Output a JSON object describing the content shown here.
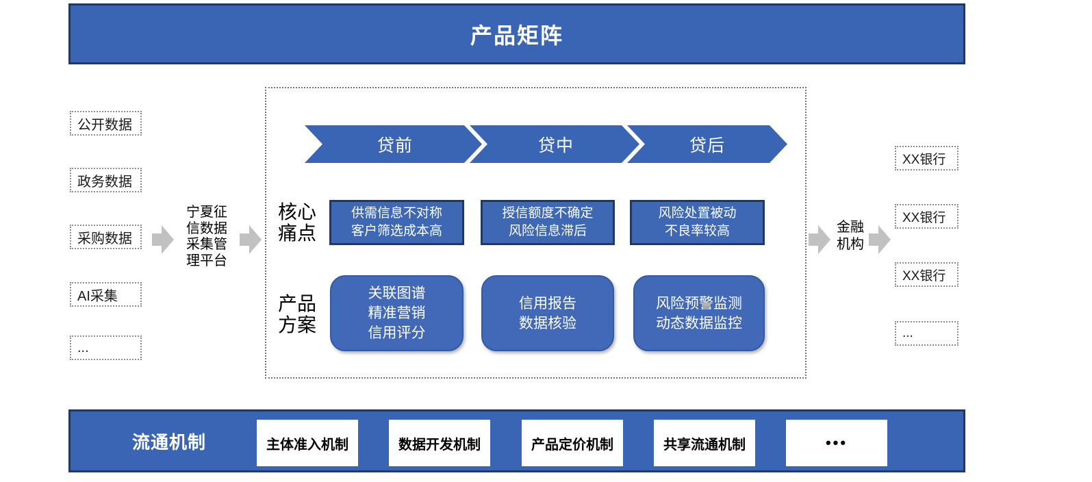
{
  "colors": {
    "accent_blue": "#3A64B4",
    "dark_navy_border": "#1F3864",
    "product_box_blue": "#4169B8",
    "gray_arrow": "#C1C1C1",
    "dotted_border_gray": "#8C8C8C"
  },
  "header": {
    "title": "产品矩阵"
  },
  "left_sources": {
    "items": [
      "公开数据",
      "政务数据",
      "采购数据",
      "AI采集",
      "..."
    ]
  },
  "platform": {
    "label": "宁夏征\n信数据\n采集管\n理平台"
  },
  "matrix": {
    "stages": [
      "贷前",
      "贷中",
      "贷后"
    ],
    "pain": {
      "label": "核心\n痛点",
      "items": [
        "供需信息不对称\n客户筛选成本高",
        "授信额度不确定\n风险信息滞后",
        "风险处置被动\n不良率较高"
      ]
    },
    "products": {
      "label": "产品\n方案",
      "items": [
        "关联图谱\n精准营销\n信用评分",
        "信用报告\n数据核验",
        "风险预警监测\n动态数据监控"
      ]
    }
  },
  "financial": {
    "label": "金融\n机构"
  },
  "right_banks": {
    "items": [
      "XX银行",
      "XX银行",
      "XX银行",
      "..."
    ]
  },
  "bottom": {
    "title": "流通机制",
    "items": [
      "主体准入机制",
      "数据开发机制",
      "产品定价机制",
      "共享流通机制",
      "•••"
    ]
  }
}
